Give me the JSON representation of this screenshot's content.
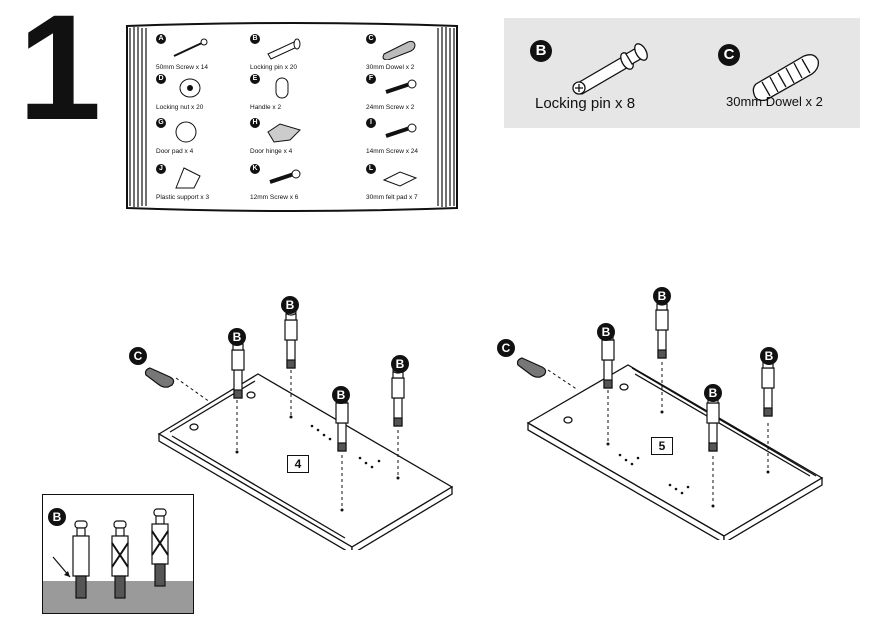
{
  "step": {
    "number": "1"
  },
  "parts_list": [
    {
      "letter": "A",
      "label": "50mm Screw x 14",
      "icon": "long-screw-icon"
    },
    {
      "letter": "B",
      "label": "Locking pin x 20",
      "icon": "locking-pin-icon"
    },
    {
      "letter": "C",
      "label": "30mm Dowel x 2",
      "icon": "dowel-icon"
    },
    {
      "letter": "D",
      "label": "Locking nut x 20",
      "icon": "locking-nut-icon"
    },
    {
      "letter": "E",
      "label": "Handle x 2",
      "icon": "handle-icon"
    },
    {
      "letter": "F",
      "label": "24mm Screw x 2",
      "icon": "screw-icon"
    },
    {
      "letter": "G",
      "label": "Door pad x 4",
      "icon": "door-pad-icon"
    },
    {
      "letter": "H",
      "label": "Door hinge x 4",
      "icon": "door-hinge-icon"
    },
    {
      "letter": "I",
      "label": "14mm Screw x 24",
      "icon": "screw-icon"
    },
    {
      "letter": "J",
      "label": "Plastic support x 3",
      "icon": "plastic-support-icon"
    },
    {
      "letter": "K",
      "label": "12mm Screw x 6",
      "icon": "screw-icon"
    },
    {
      "letter": "L",
      "label": "30mm felt pad x 7",
      "icon": "felt-pad-icon"
    }
  ],
  "callout": {
    "b_letter": "B",
    "b_label": "Locking pin x 8",
    "c_letter": "C",
    "c_label": "30mm Dowel  x 2"
  },
  "panels": {
    "left_number": "4",
    "right_number": "5",
    "pin_letter": "B",
    "dowel_letter": "C"
  },
  "inset": {
    "letter": "B"
  }
}
